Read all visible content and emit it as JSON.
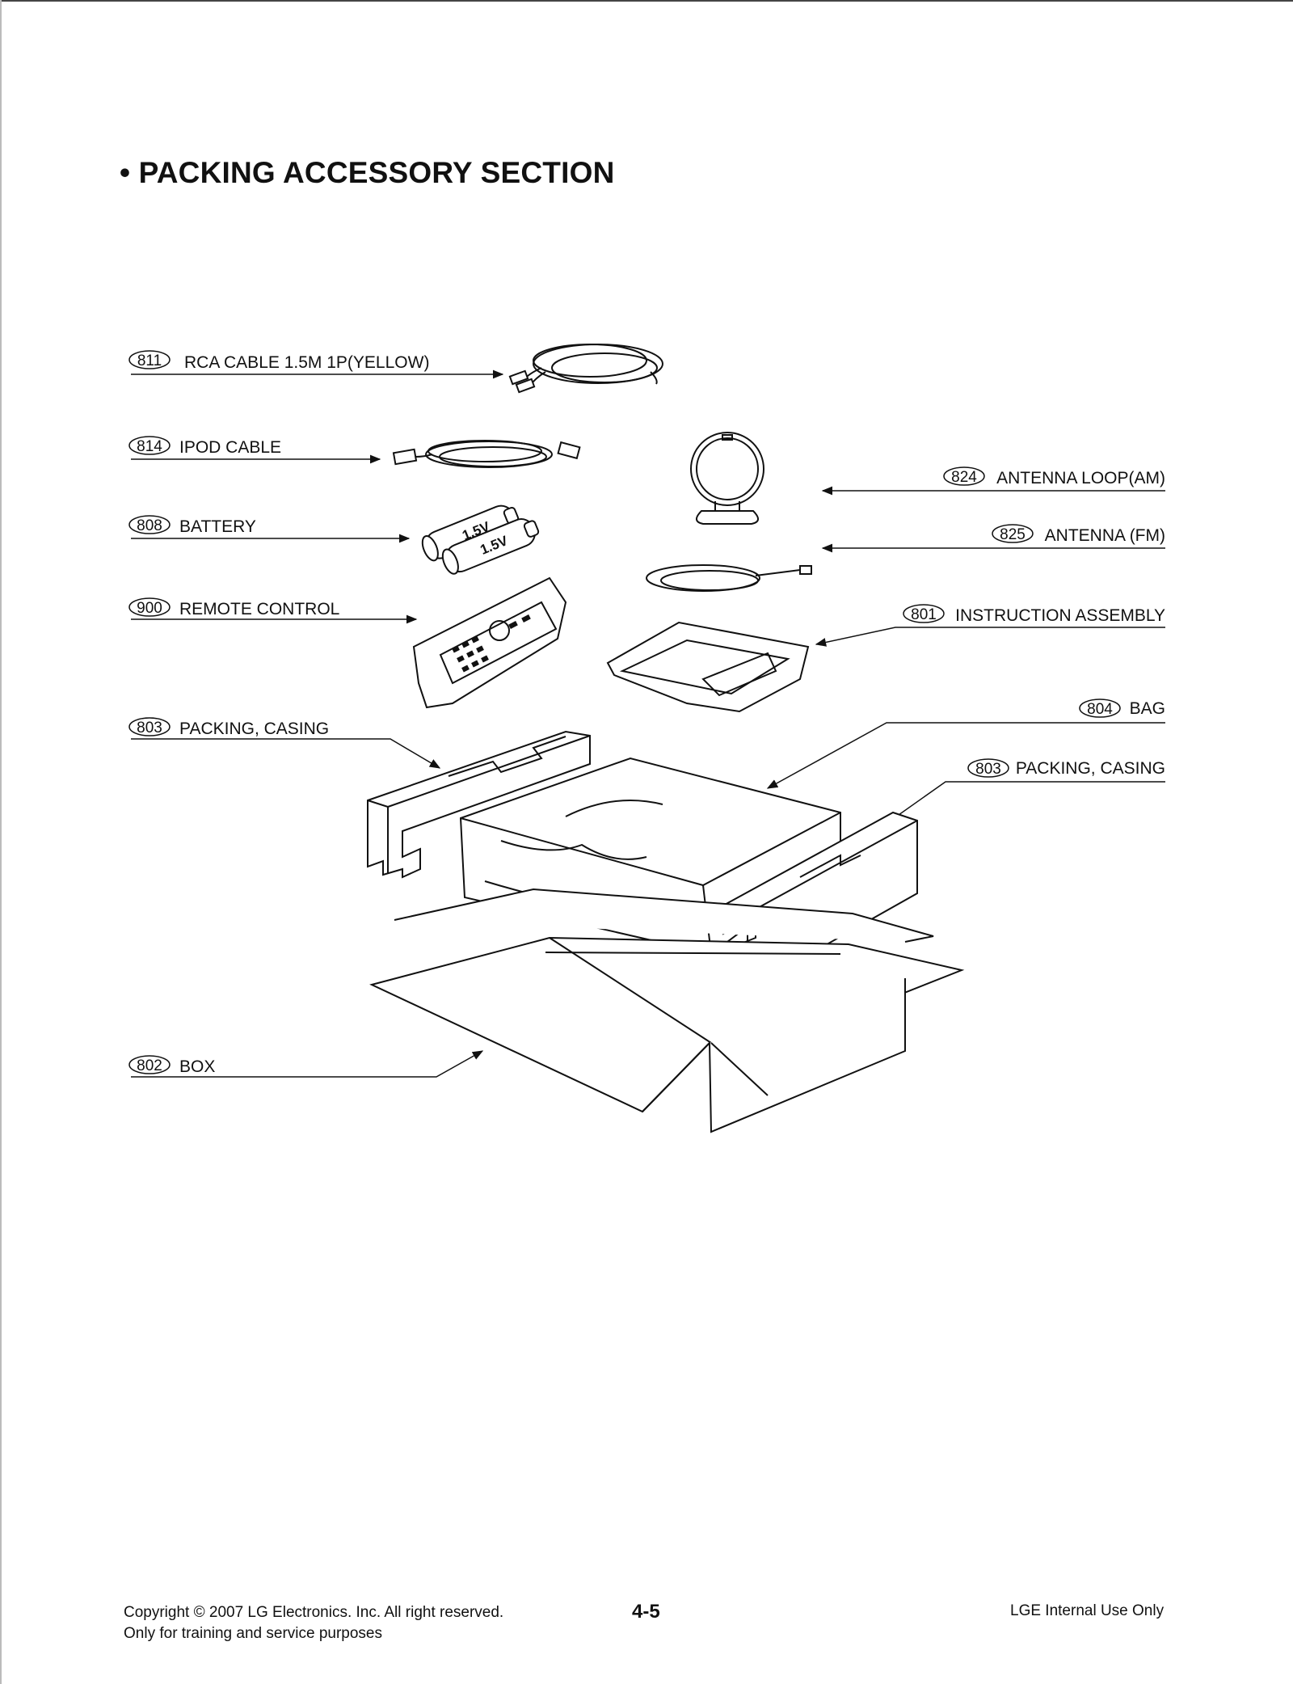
{
  "page": {
    "title": "• PACKING ACCESSORY SECTION"
  },
  "parts": [
    {
      "number": "811",
      "name": "RCA CABLE 1.5M 1P(YELLOW)"
    },
    {
      "number": "814",
      "name": "IPOD CABLE"
    },
    {
      "number": "808",
      "name": "BATTERY"
    },
    {
      "number": "900",
      "name": "REMOTE CONTROL"
    },
    {
      "number": "803",
      "name": "PACKING, CASING"
    },
    {
      "number": "802",
      "name": "BOX"
    },
    {
      "number": "824",
      "name": "ANTENNA LOOP(AM)"
    },
    {
      "number": "825",
      "name": "ANTENNA (FM)"
    },
    {
      "number": "801",
      "name": "INSTRUCTION ASSEMBLY"
    },
    {
      "number": "804",
      "name": "BAG"
    },
    {
      "number": "803",
      "name": "PACKING, CASING"
    }
  ],
  "battery_voltage": "1.5V",
  "footer": {
    "copyright": "Copyright © 2007 LG Electronics. Inc. All right reserved.",
    "purpose": "Only for training and service purposes",
    "page_number": "4-5",
    "internal": "LGE Internal Use Only"
  }
}
